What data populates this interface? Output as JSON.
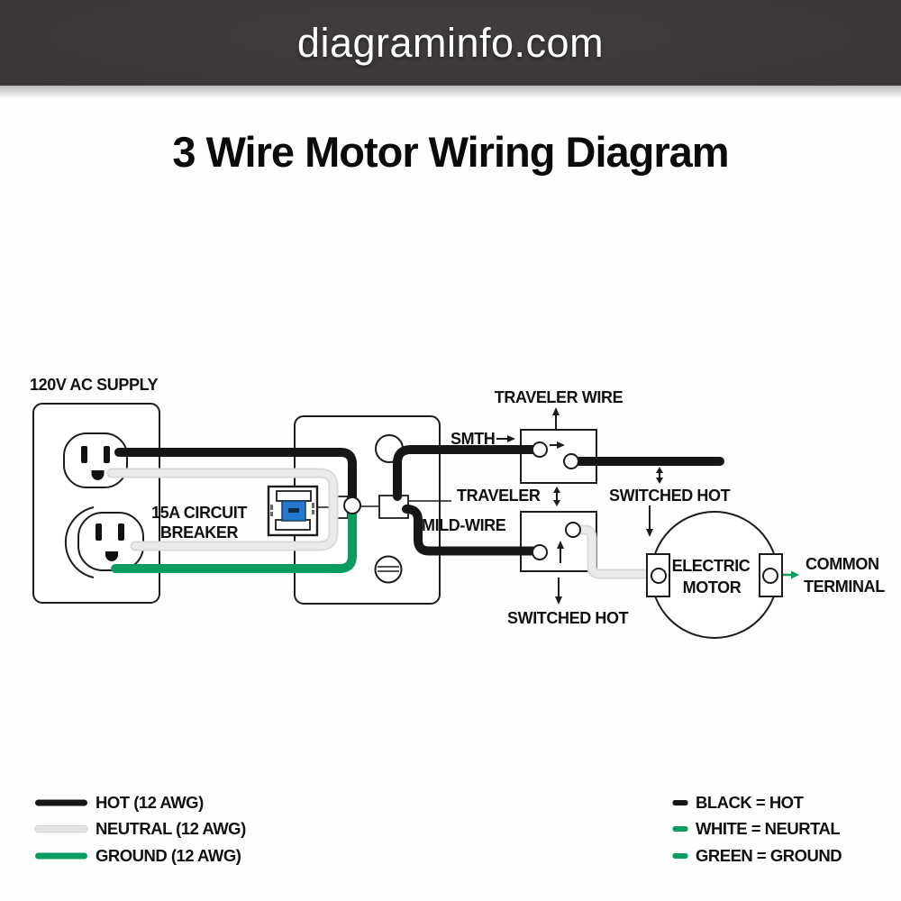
{
  "header": {
    "site_name": "diagraminfo.com"
  },
  "title": "3 Wire Motor Wiring Diagram",
  "diagram": {
    "labels": {
      "supply": "120V AC SUPPLY",
      "breaker_line1": "15A CIRCUIT",
      "breaker_line2": "BREAKER",
      "traveler_wire": "TRAVELER WIRE",
      "smth": "SMTH",
      "traveler": "TRAVELER",
      "mild_wire": "MILD-WIRE",
      "switched_hot_top": "SWITCHED HOT",
      "switched_hot_bottom": "SWITCHED HOT",
      "motor_line1": "ELECTRIC",
      "motor_line2": "MOTOR",
      "common_terminal_line1": "COMMON",
      "common_terminal_line2": "TERMINAL"
    },
    "colors": {
      "hot": "#161616",
      "neutral": "#ebebe9",
      "neutral_edge": "#d8d8d6",
      "ground": "#0a9d5f",
      "breaker_blue": "#2478cf",
      "header_bg": "#3a3637"
    }
  },
  "legend_left": {
    "items": [
      {
        "label": "HOT (12 AWG)",
        "color": "#161616"
      },
      {
        "label": "NEUTRAL (12 AWG)",
        "color": "#e4e4e2"
      },
      {
        "label": "GROUND (12 AWG)",
        "color": "#0a9d5f"
      }
    ]
  },
  "legend_right": {
    "items": [
      {
        "label": "BLACK = HOT",
        "color": "#161616"
      },
      {
        "label": "WHITE = NEURTAL",
        "color": "#0a9d5f"
      },
      {
        "label": "GREEN = GROUND",
        "color": "#0a9d5f"
      }
    ]
  }
}
